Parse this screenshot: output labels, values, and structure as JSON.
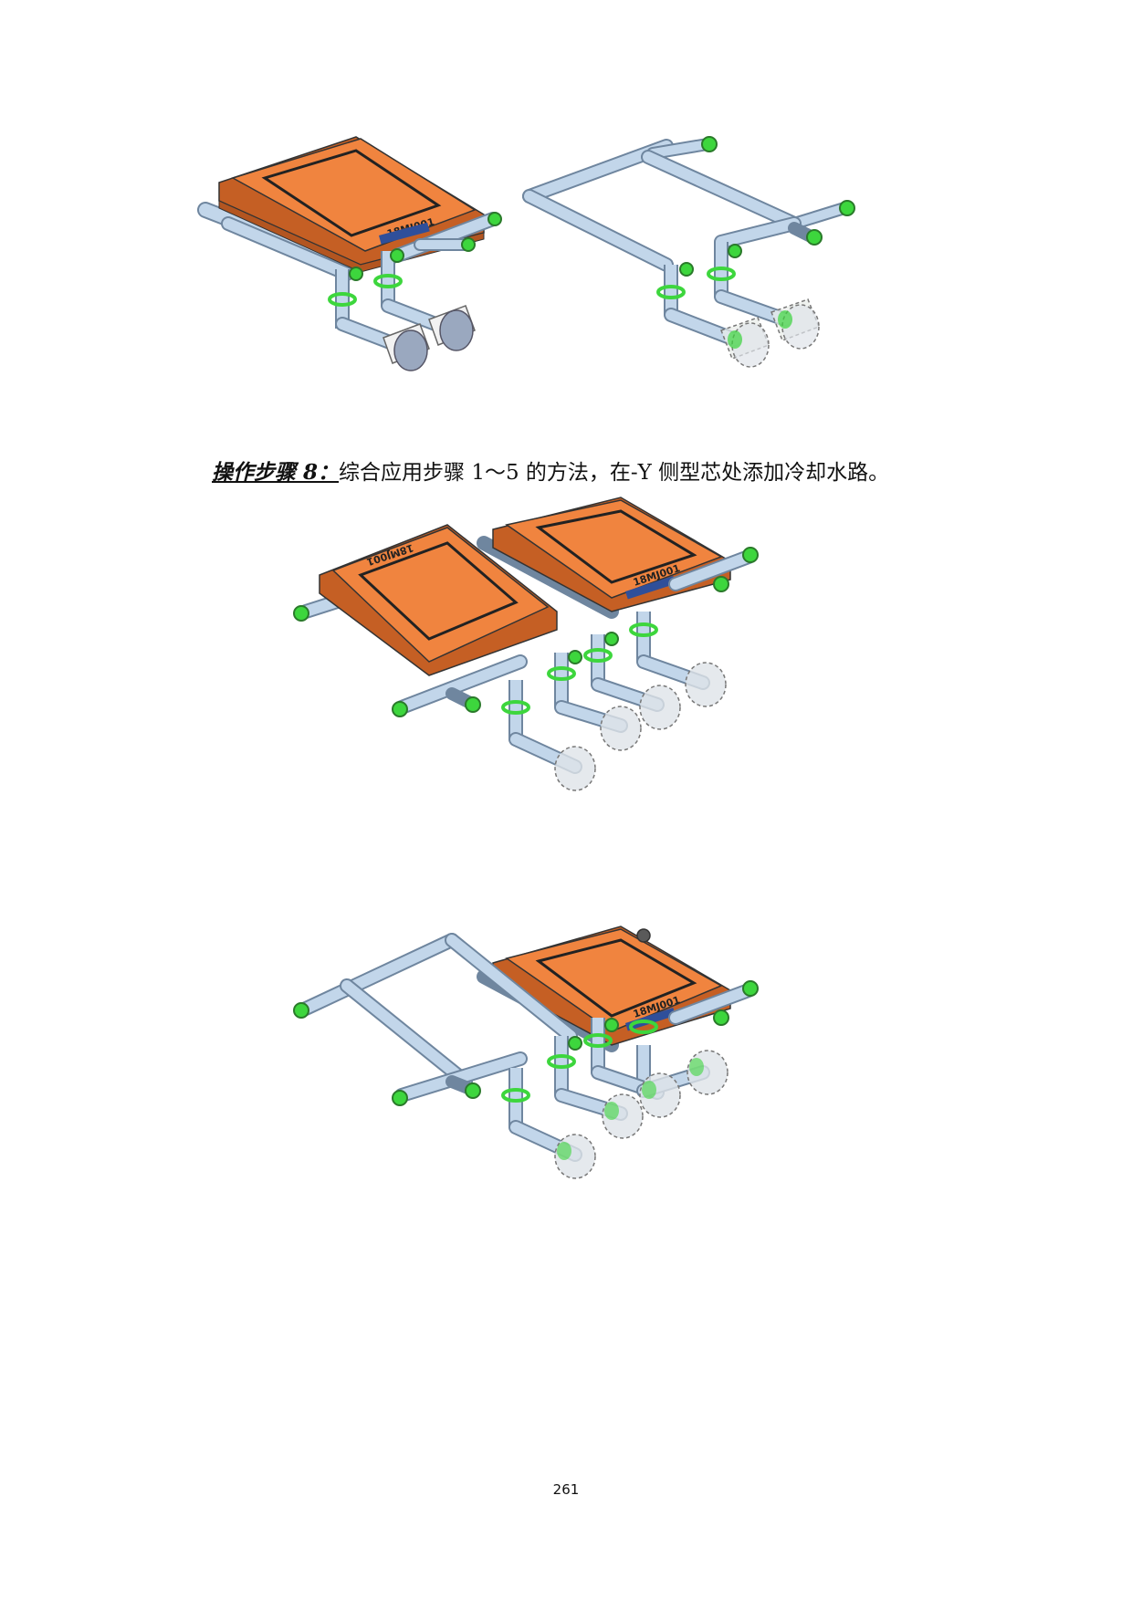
{
  "step": {
    "label": "操作步骤 8：",
    "text": "综合应用步骤 1～5 的方法，在-Y 侧型芯处添加冷却水路。"
  },
  "mold_plate_marking": "18MJ001",
  "page_number": "261",
  "colors": {
    "core_plate": "#f0843f",
    "core_plate_side": "#c55f24",
    "pipe": "#c2d6ea",
    "pipe_stroke": "#6f869f",
    "connector_green": "#3dd63d",
    "connector_grey": "#5a5a5a",
    "baffle": "#f2f2f2"
  }
}
